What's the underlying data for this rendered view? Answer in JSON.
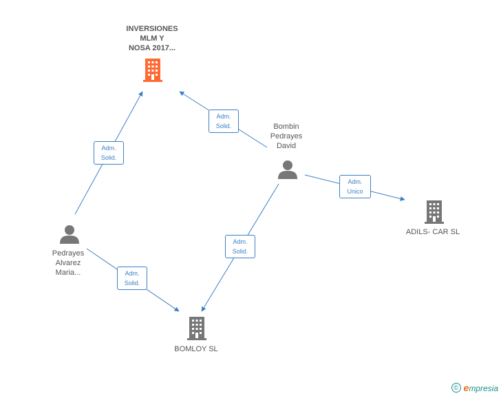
{
  "nodes": {
    "inversiones": {
      "label_lines": [
        "INVERSIONES",
        "MLM Y",
        "NOSA 2017..."
      ],
      "type": "company",
      "color": "#ff6a33"
    },
    "bombin": {
      "label_lines": [
        "Bombin",
        "Pedrayes",
        "David"
      ],
      "type": "person"
    },
    "adils": {
      "label": "ADILS- CAR SL",
      "type": "company"
    },
    "pedrayes": {
      "label_lines": [
        "Pedrayes",
        "Alvarez",
        "Maria..."
      ],
      "type": "person"
    },
    "bomloy": {
      "label": "BOMLOY SL",
      "type": "company"
    }
  },
  "edges": [
    {
      "from": "pedrayes",
      "to": "inversiones",
      "label_lines": [
        "Adm.",
        "Solid."
      ]
    },
    {
      "from": "bombin",
      "to": "inversiones",
      "label_lines": [
        "Adm.",
        "Solid."
      ]
    },
    {
      "from": "bombin",
      "to": "adils",
      "label_lines": [
        "Adm.",
        "Unico"
      ]
    },
    {
      "from": "bombin",
      "to": "bomloy",
      "label_lines": [
        "Adm.",
        "Solid."
      ]
    },
    {
      "from": "pedrayes",
      "to": "bomloy",
      "label_lines": [
        "Adm.",
        "Solid."
      ]
    }
  ],
  "colors": {
    "edge": "#3b7fc4",
    "node_gray": "#777777",
    "highlight": "#ff6a33"
  },
  "footer": {
    "copyright_symbol": "©",
    "brand_initial": "e",
    "brand_rest": "mpresia"
  }
}
